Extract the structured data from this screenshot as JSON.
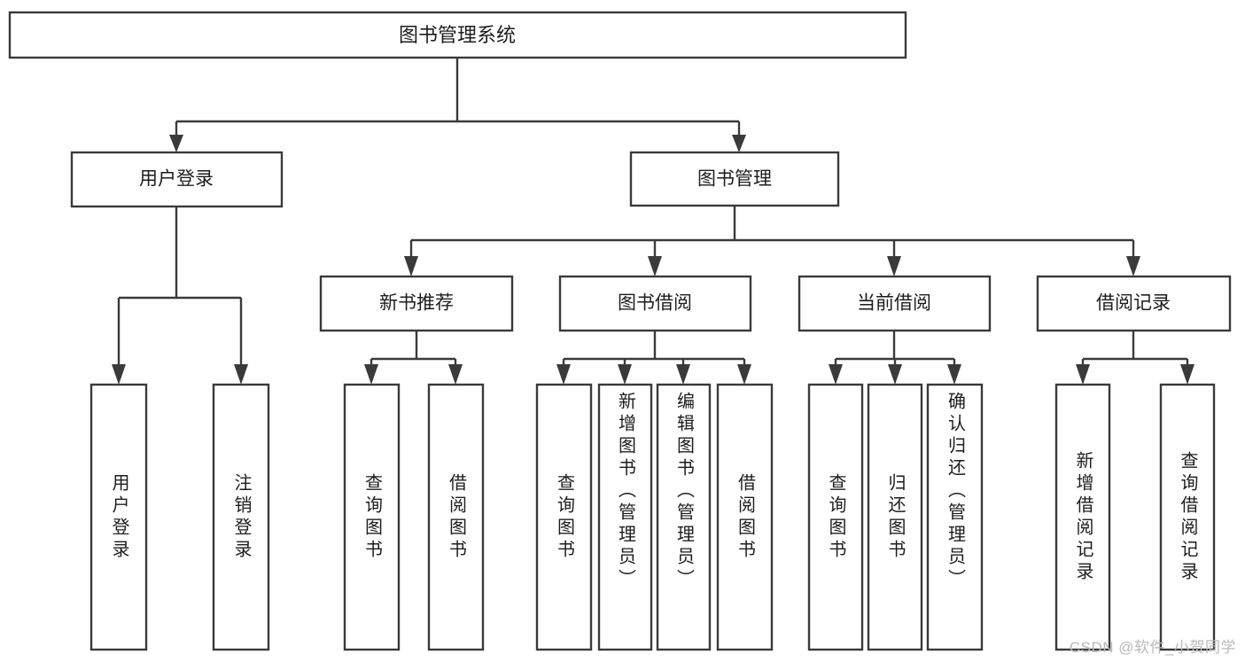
{
  "diagram": {
    "type": "tree-hierarchy",
    "title": "图书管理系统",
    "watermark": "CSDN @软件_小贺同学",
    "colors": {
      "box_stroke": "#3a3a3a",
      "box_fill": "#ffffff",
      "text": "#1d1d1d",
      "background": "#ffffff",
      "watermark": "#b9b9b9"
    },
    "root": {
      "label": "图书管理系统",
      "orientation": "horizontal"
    },
    "level2": [
      {
        "label": "用户登录",
        "orientation": "horizontal"
      },
      {
        "label": "图书管理",
        "orientation": "horizontal"
      }
    ],
    "level3": [
      {
        "label": "新书推荐",
        "orientation": "horizontal",
        "parent": "图书管理"
      },
      {
        "label": "图书借阅",
        "orientation": "horizontal",
        "parent": "图书管理"
      },
      {
        "label": "当前借阅",
        "orientation": "horizontal",
        "parent": "图书管理"
      },
      {
        "label": "借阅记录",
        "orientation": "horizontal",
        "parent": "图书管理"
      }
    ],
    "leaves": {
      "用户登录": [
        {
          "label": "用户登录",
          "orientation": "vertical"
        },
        {
          "label": "注销登录",
          "orientation": "vertical"
        }
      ],
      "新书推荐": [
        {
          "label": "查询图书",
          "orientation": "vertical"
        },
        {
          "label": "借阅图书",
          "orientation": "vertical"
        }
      ],
      "图书借阅": [
        {
          "label": "查询图书",
          "orientation": "vertical"
        },
        {
          "label": "新增图书（管理员）",
          "orientation": "vertical"
        },
        {
          "label": "编辑图书（管理员）",
          "orientation": "vertical"
        },
        {
          "label": "借阅图书",
          "orientation": "vertical"
        }
      ],
      "当前借阅": [
        {
          "label": "查询图书",
          "orientation": "vertical"
        },
        {
          "label": "归还图书",
          "orientation": "vertical"
        },
        {
          "label": "确认归还（管理员）",
          "orientation": "vertical"
        }
      ],
      "借阅记录": [
        {
          "label": "新增借阅记录",
          "orientation": "vertical"
        },
        {
          "label": "查询借阅记录",
          "orientation": "vertical"
        }
      ]
    }
  }
}
